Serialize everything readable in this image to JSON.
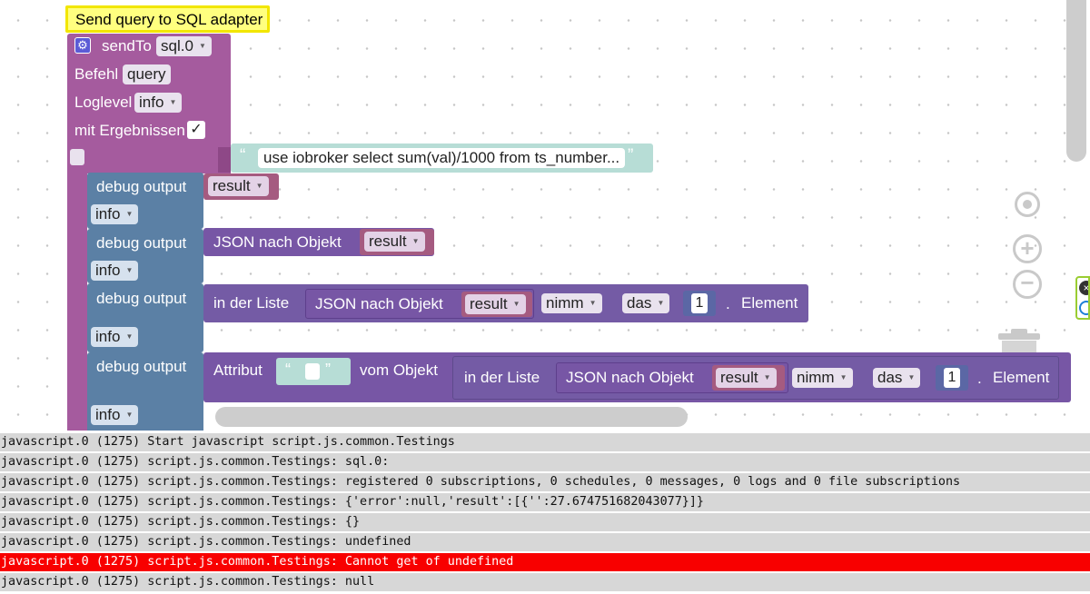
{
  "comment": "Send query to SQL adapter",
  "sendto": {
    "label": "sendTo",
    "adapter": "sql.0",
    "command_label": "Befehl",
    "command": "query",
    "loglevel_label": "Loglevel",
    "loglevel": "info",
    "results_label": "mit Ergebnissen",
    "results_checked": "✓",
    "query_text": "use iobroker select sum(val)/1000 from ts_number..."
  },
  "quote_open": "“",
  "quote_close": "”",
  "debug_label": "debug output",
  "debug_level": "info",
  "var_name": "result",
  "json_to_object": "JSON nach Objekt",
  "in_list": "in der Liste",
  "take": "nimm",
  "the": "das",
  "index": "1",
  "dot": ".",
  "element": "Element",
  "attribute": "Attribut",
  "of_object": "vom Objekt",
  "log": [
    {
      "text": "javascript.0 (1275) Start javascript script.js.common.Testings",
      "error": false
    },
    {
      "text": "javascript.0 (1275) script.js.common.Testings: sql.0:",
      "error": false
    },
    {
      "text": "javascript.0 (1275) script.js.common.Testings: registered 0 subscriptions, 0 schedules, 0 messages, 0 logs and 0 file subscriptions",
      "error": false
    },
    {
      "text": "javascript.0 (1275) script.js.common.Testings: {'error':null,'result':[{'':27.674751682043077}]}",
      "error": false
    },
    {
      "text": "javascript.0 (1275) script.js.common.Testings: {}",
      "error": false
    },
    {
      "text": "javascript.0 (1275) script.js.common.Testings: undefined",
      "error": false
    },
    {
      "text": "javascript.0 (1275) script.js.common.Testings: Cannot get of undefined",
      "error": true
    },
    {
      "text": "javascript.0 (1275) script.js.common.Testings: null",
      "error": false
    }
  ],
  "colors": {
    "sql_block": "#a55b9e",
    "debug_block": "#5b80a5",
    "json_block": "#7756a5",
    "list_block": "#745ba5",
    "variable_block": "#a55b80",
    "string_block": "#b7ddd6",
    "comment_bg": "#ffff7f",
    "error_line": "#f80000"
  }
}
